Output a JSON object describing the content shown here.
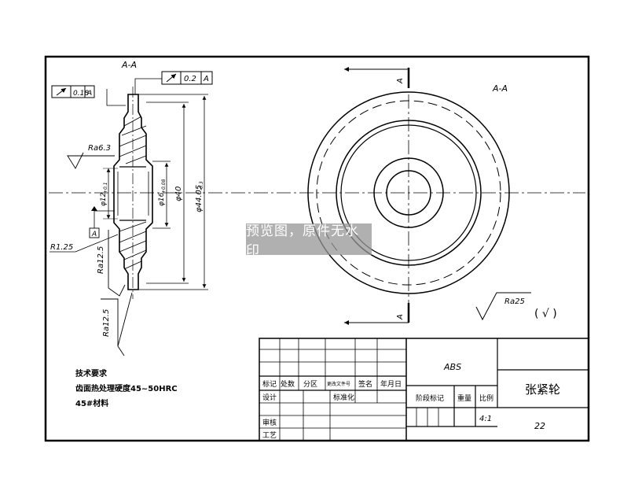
{
  "section_label": "A-A",
  "section_arrow_label": "A",
  "tolerance_1": {
    "value": "0.18",
    "datum": "A"
  },
  "tolerance_2": {
    "value": "0.2",
    "datum": "A"
  },
  "roughness": {
    "ra63": "Ra6.3",
    "ra125_a": "Ra12.5",
    "ra125_b": "Ra12.5",
    "ra25": "Ra25"
  },
  "radius": "R1.25",
  "datum_label": "A",
  "dims": {
    "d1": "φ12",
    "d1_tol": "+0.1",
    "d2": "φ16",
    "d2_tol": "+0.08",
    "d3": "φ40",
    "d4": "φ44.05",
    "d4_tol": "-0.3"
  },
  "other_finish": "( √ )",
  "tech": {
    "title": "技术要求",
    "line1": "齿面热处理硬度45~50HRC",
    "line2": "45#材料"
  },
  "title_block": {
    "material": "ABS",
    "part_name": "张紧轮",
    "drawing_no": "22",
    "scale": "4:1",
    "h_mark": "标记",
    "h_count": "处数",
    "h_zone": "分区",
    "h_docno": "更改文件号",
    "h_sign": "签名",
    "h_date": "年月日",
    "r_design": "设计",
    "r_std": "标准化",
    "r_check": "审核",
    "r_proc": "工艺",
    "h_stage": "阶段标记",
    "h_weight": "重量",
    "h_scale": "比例"
  },
  "watermark": "预览图，原件无水印"
}
